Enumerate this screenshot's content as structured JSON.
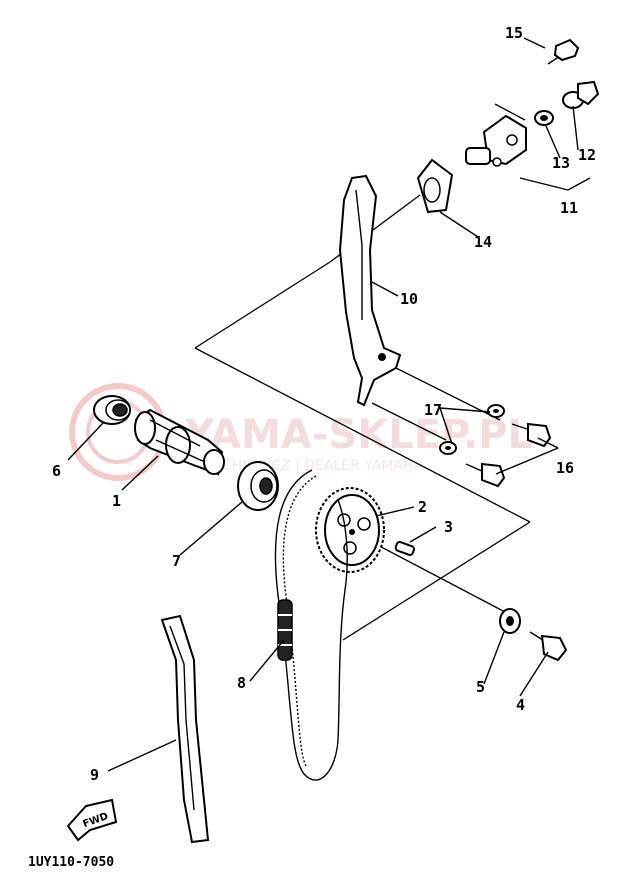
{
  "diagram": {
    "code": "1UY110-7050",
    "fwd_label": "FWD",
    "watermark": {
      "brand": "YAMA-SKLEP.PL",
      "sub": "CHOWICZ | DEALER YAMAHA"
    },
    "callouts": [
      {
        "id": "1",
        "label": "1"
      },
      {
        "id": "2",
        "label": "2"
      },
      {
        "id": "3",
        "label": "3"
      },
      {
        "id": "4",
        "label": "4"
      },
      {
        "id": "5",
        "label": "5"
      },
      {
        "id": "6",
        "label": "6"
      },
      {
        "id": "7",
        "label": "7"
      },
      {
        "id": "8",
        "label": "8"
      },
      {
        "id": "9",
        "label": "9"
      },
      {
        "id": "10",
        "label": "10"
      },
      {
        "id": "11",
        "label": "11"
      },
      {
        "id": "12",
        "label": "12"
      },
      {
        "id": "13",
        "label": "13"
      },
      {
        "id": "14",
        "label": "14"
      },
      {
        "id": "15",
        "label": "15"
      },
      {
        "id": "16",
        "label": "16"
      },
      {
        "id": "17",
        "label": "17"
      }
    ]
  }
}
